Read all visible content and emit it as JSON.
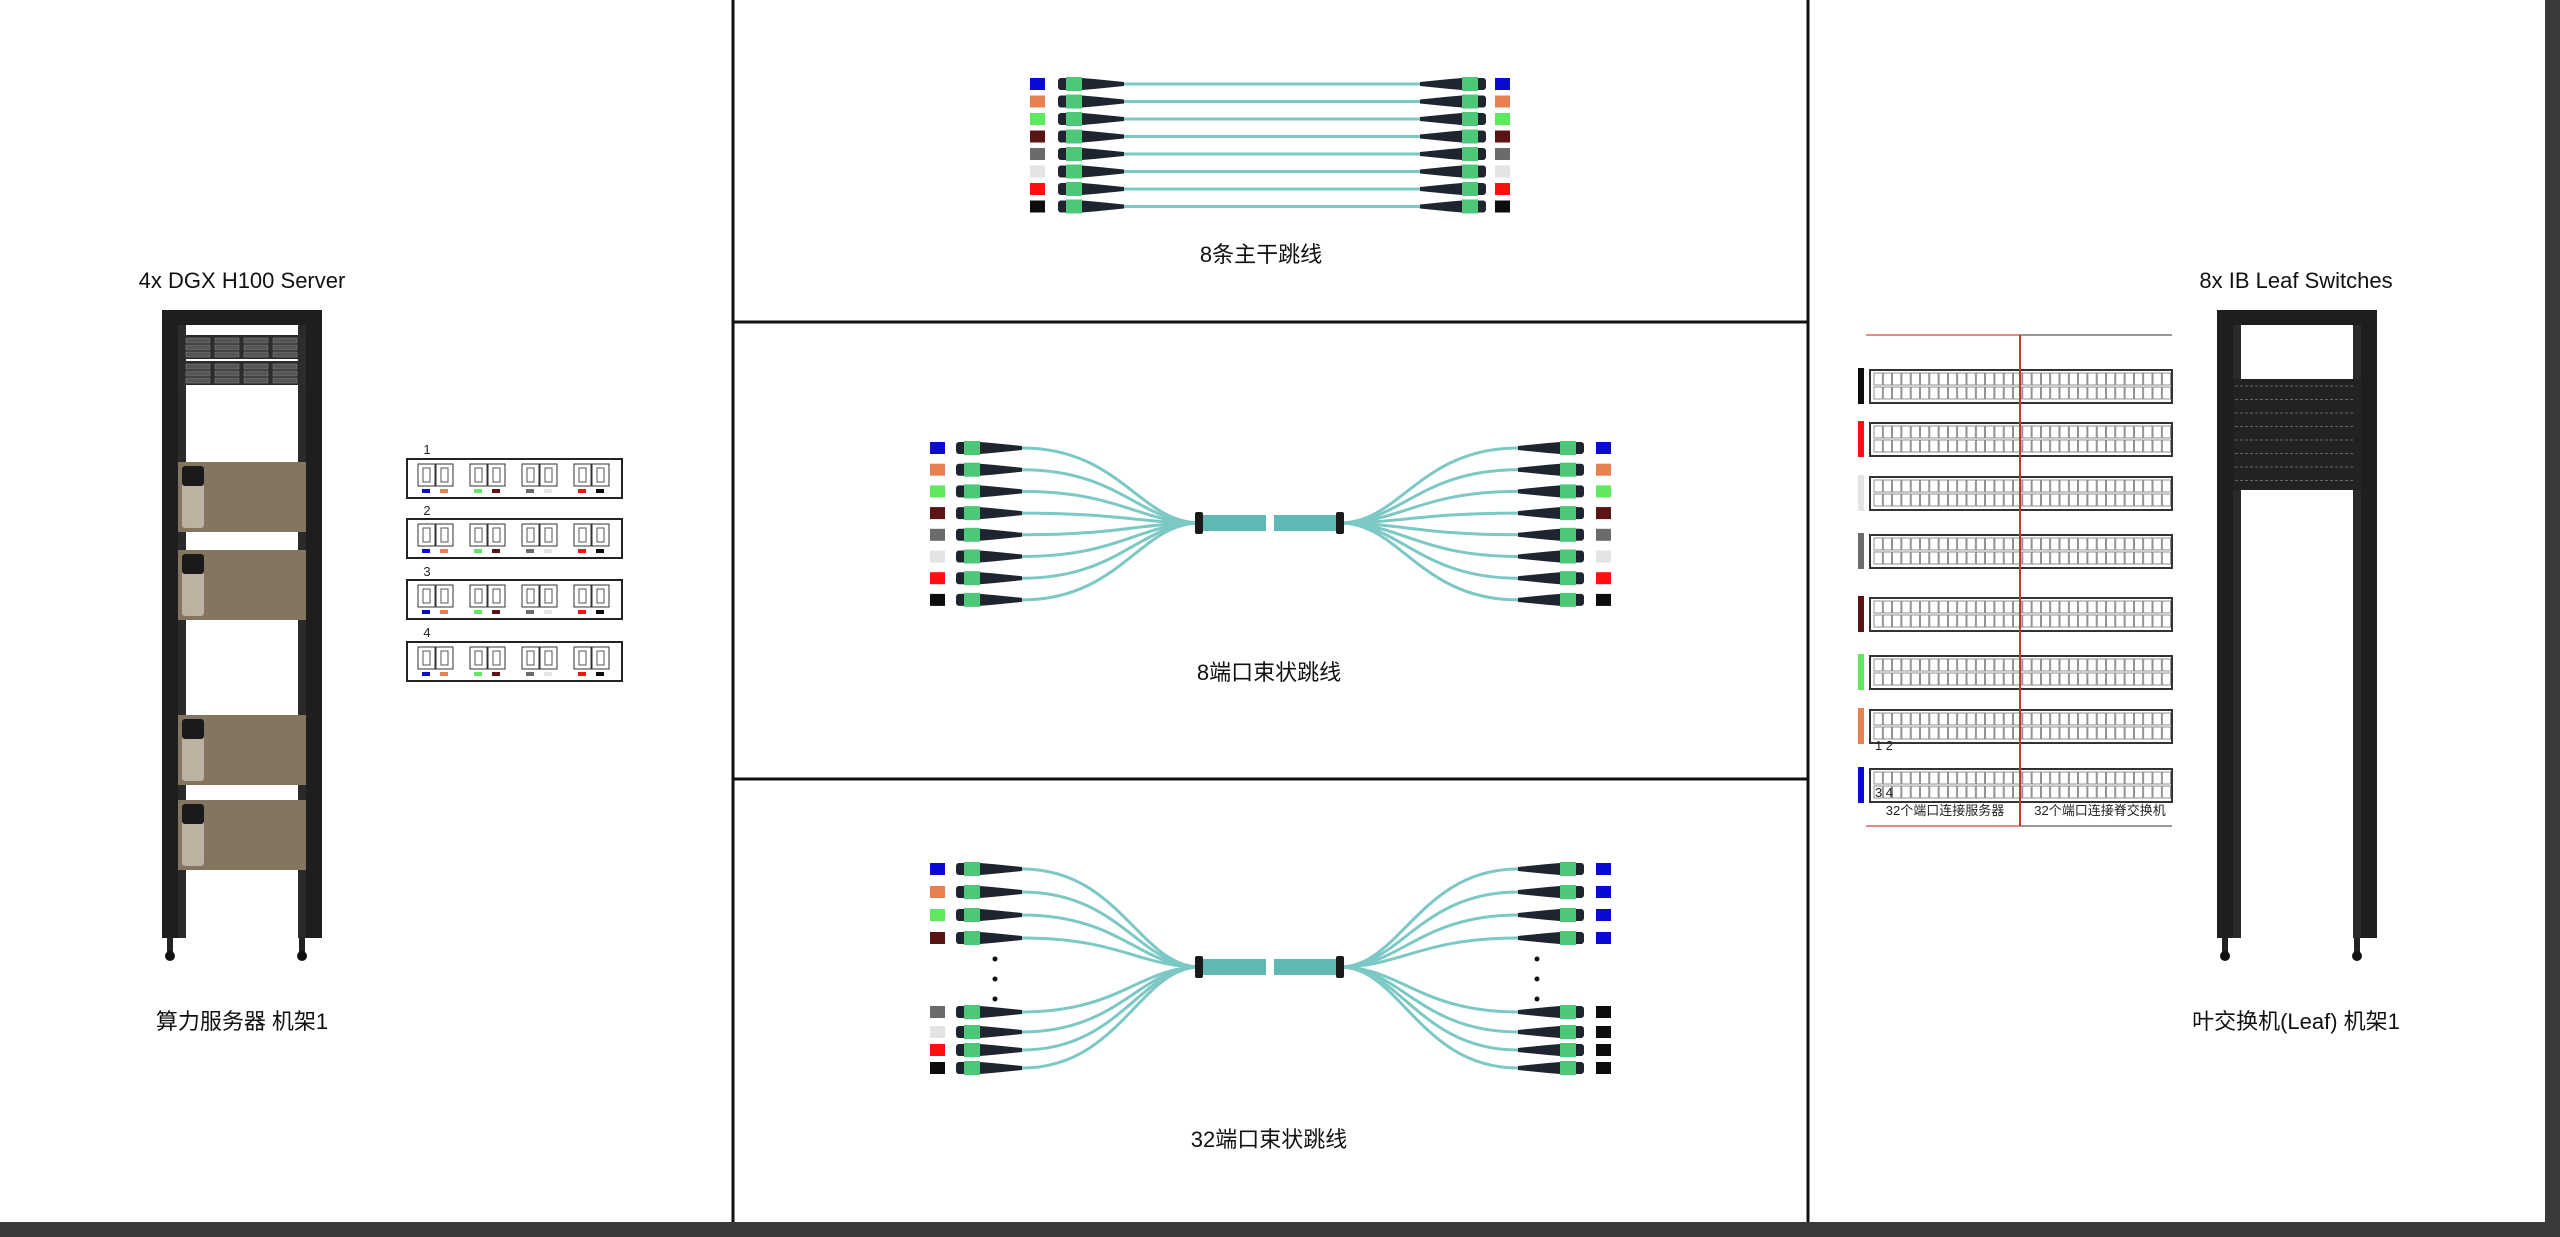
{
  "left": {
    "title": "4x DGX H100 Server",
    "rack_label": "算力服务器 机架1",
    "server_port_numbers": [
      "1",
      "2",
      "3",
      "4"
    ]
  },
  "middle": {
    "trunk_caption": "8条主干跳线",
    "breakout8_caption": "8端口束状跳线",
    "breakout32_caption": "32端口束状跳线"
  },
  "right": {
    "title": "8x IB Leaf Switches",
    "rack_label": "叶交换机(Leaf) 机架1",
    "port_top_numbers": "1 2",
    "port_bottom_numbers": "3 4",
    "server_side_label": "32个端口连接服务器",
    "spine_side_label": "32个端口连接脊交换机",
    "switch_colors": [
      "#0d0d0d",
      "#ff1010",
      "#e4e4e4",
      "#6b6b6b",
      "#5a1414",
      "#5ee85e",
      "#e8804f",
      "#0a0ad0"
    ]
  },
  "colors": {
    "cable_order": [
      "#0a0ad0",
      "#e8804f",
      "#5ee85e",
      "#5a1414",
      "#6b6b6b",
      "#e4e4e4",
      "#ff1010",
      "#0d0d0d"
    ],
    "fiber": "#7cc8c4",
    "connector_green": "#4cc878",
    "divider_red": "#c0392b"
  }
}
